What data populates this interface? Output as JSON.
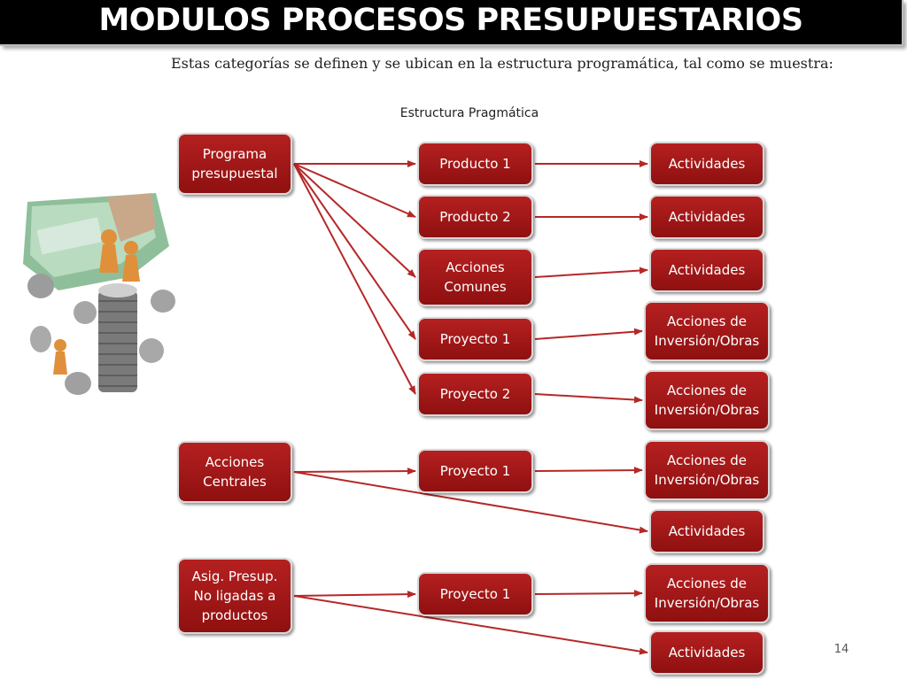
{
  "header": {
    "title": "MODULOS PROCESOS PRESUPUESTARIOS",
    "subtitle": "Estas categorías se definen y se ubican en la estructura programática, tal como se muestra:"
  },
  "diagram": {
    "title": "Estructura Pragmática",
    "nodes": {
      "programa": "Programa\npresupuestal",
      "acciones_centrales": "Acciones\nCentrales",
      "asig": "Asig. Presup.\nNo ligadas a\nproductos",
      "producto1": "Producto 1",
      "producto2": "Producto 2",
      "acciones_comunes": "Acciones\nComunes",
      "proyecto1_a": "Proyecto 1",
      "proyecto2": "Proyecto 2",
      "proyecto1_b": "Proyecto 1",
      "proyecto1_c": "Proyecto 1",
      "act1": "Actividades",
      "act2": "Actividades",
      "act3": "Actividades",
      "inv1": "Acciones de\nInversión/Obras",
      "inv2": "Acciones de\nInversión/Obras",
      "inv3": "Acciones de\nInversión/Obras",
      "act4": "Actividades",
      "inv4": "Acciones de\nInversión/Obras",
      "act5": "Actividades"
    },
    "edges": [
      [
        "programa",
        "producto1"
      ],
      [
        "programa",
        "producto2"
      ],
      [
        "programa",
        "acciones_comunes"
      ],
      [
        "programa",
        "proyecto1_a"
      ],
      [
        "programa",
        "proyecto2"
      ],
      [
        "producto1",
        "act1"
      ],
      [
        "producto2",
        "act2"
      ],
      [
        "acciones_comunes",
        "act3"
      ],
      [
        "proyecto1_a",
        "inv1"
      ],
      [
        "proyecto2",
        "inv2"
      ],
      [
        "acciones_centrales",
        "proyecto1_b"
      ],
      [
        "acciones_centrales",
        "act4"
      ],
      [
        "proyecto1_b",
        "inv3"
      ],
      [
        "asig",
        "proyecto1_c"
      ],
      [
        "asig",
        "act5"
      ],
      [
        "proyecto1_c",
        "inv4"
      ]
    ]
  },
  "colors": {
    "node_fill": "#a01818",
    "arrow": "#b52828"
  },
  "illustration": "money-coins-illustration",
  "page_number": "14"
}
